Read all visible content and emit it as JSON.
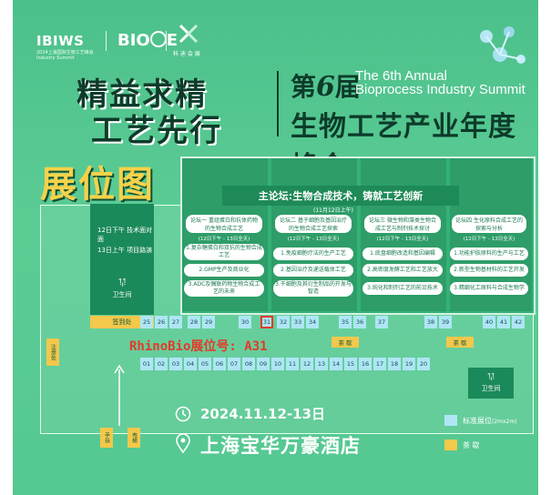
{
  "header": {
    "ibiws_logo": "IBIWS",
    "ibiws_sub": "2024上海国际生物工艺峰会 Industry Summit",
    "bione_logo_left": "BIO",
    "bione_logo_right": "E",
    "kd_logo_text": "科 迪 会 展",
    "slogan_line1": "精益求精",
    "slogan_line2": "工艺先行",
    "edition_pre": "第",
    "edition_num": "6",
    "edition_post": "届",
    "annual_line1": "The 6th Annual",
    "annual_line2": "Bioprocess Industry Summit",
    "summit_title": "生物工艺产业年度峰会"
  },
  "booth_map_title": "展位图",
  "main_forum": {
    "title": "主论坛:生物合成技术，铸就工艺创新",
    "time": "(11月12日上午)"
  },
  "forums": [
    {
      "title": "论坛一 重组蛋白和抗体药物的生物合成工艺",
      "time": "(12日下午 - 13日全天)",
      "talks": [
        "1.复杂糖蛋白和双抗的生物合成工艺",
        "2.GMP生产及商业化",
        "3.ADC及偶联药物生物合成工艺的未来"
      ]
    },
    {
      "title": "论坛二 基于细胞及基因治疗的生物合成工艺探索",
      "time": "(12日下午 - 13日全天)",
      "talks": [
        "1.免疫细胞疗法的生产工艺",
        "2.基因治疗及递送载体工艺",
        "3.干细胞及其衍生制品的开发与智造"
      ]
    },
    {
      "title": "论坛三 微生物和藻类生物合成工艺与制剂技术探讨",
      "time": "(12日下午 - 13日全天)",
      "talks": [
        "1.底盘细胞改造和基因编辑",
        "2.高密度发酵工艺和工艺放大",
        "3.纯化和制剂工艺的前沿技术"
      ]
    },
    {
      "title": "论坛四 生化原料合成工艺的探索与分析",
      "time": "(12日下午 - 13日全天)",
      "talks": [
        "1.功能护肤原料的生产与工艺",
        "2.新型生物基材料的工艺开发",
        "3.精细化工原料与合成生物学"
      ]
    }
  ],
  "side_rooms": {
    "meeting": [
      "12日下午 技术面对面",
      "13日上午 项目路演"
    ],
    "wc": "卫生间",
    "signin": "签到处",
    "registration": "注册处",
    "escalator": "手扶",
    "elevator": "电梯",
    "wc2": "卫生间"
  },
  "booths_upper": [
    "25",
    "26",
    "27",
    "28",
    "29",
    "30",
    "31",
    "32",
    "33",
    "34",
    "35",
    "36",
    "37",
    "38",
    "39",
    "40",
    "41",
    "42"
  ],
  "booths_lower": [
    "01",
    "02",
    "03",
    "04",
    "05",
    "06",
    "07",
    "08",
    "09",
    "10",
    "11",
    "12",
    "13",
    "14",
    "15",
    "16",
    "17",
    "18",
    "19",
    "20"
  ],
  "tea_break": "茶 歇",
  "rhinobio_label": "RhinoBio展位号: A31",
  "highlight_booth": "31",
  "event_date": "2024.11.12-13日",
  "venue": "上海宝华万豪酒店",
  "legend": {
    "standard": "标准展位",
    "standard_size": "(2mx2m)",
    "tea": "茶 歇"
  },
  "colors": {
    "booth": "#aee6f4",
    "tea": "#f3c84b",
    "highlight": "#e03a2a",
    "accent_yellow": "#f6d24a"
  }
}
